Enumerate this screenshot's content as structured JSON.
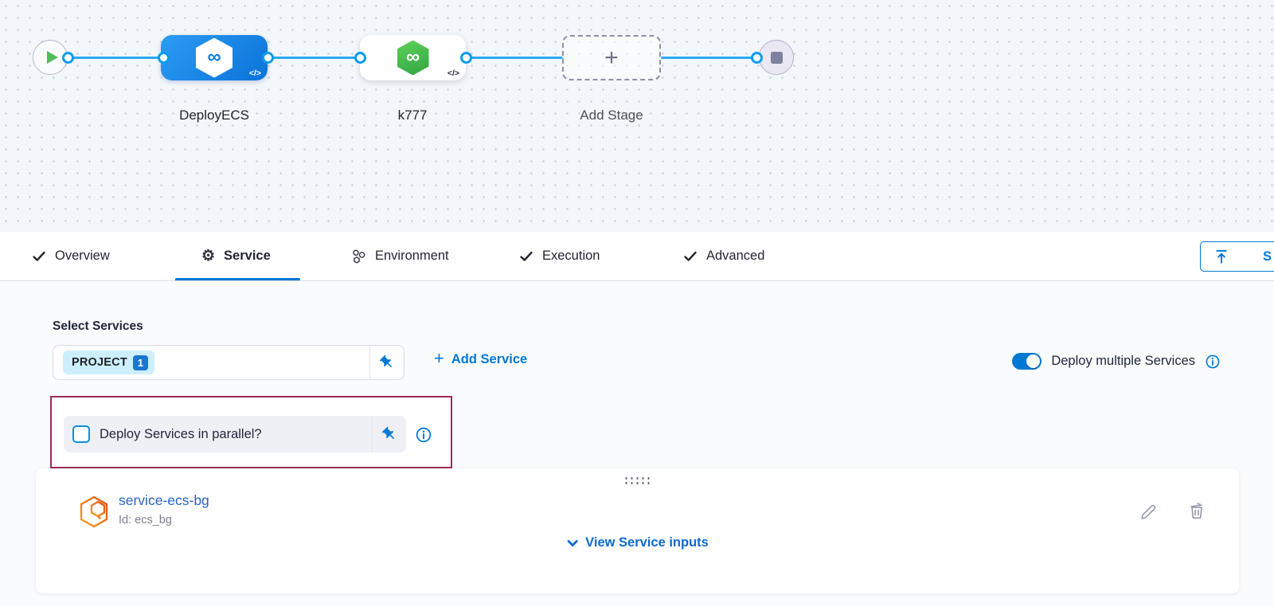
{
  "colors": {
    "accent": "#0278d5",
    "edge_blue": "#29a9f1",
    "node_blue": "#0a73d8",
    "node_green": "#3fbb4e",
    "highlight_border": "#9c2c56",
    "chip_bg": "#cdeffd"
  },
  "icons": {
    "infinity": "∞",
    "plus": "+",
    "gear": "⚙"
  },
  "pipeline": {
    "stages": [
      {
        "name": "DeployECS"
      },
      {
        "name": "k777"
      },
      {
        "name": "Add Stage"
      }
    ],
    "code_badge": "</>"
  },
  "tabs": {
    "items": [
      {
        "label": "Overview"
      },
      {
        "label": "Service"
      },
      {
        "label": "Environment"
      },
      {
        "label": "Execution"
      },
      {
        "label": "Advanced"
      }
    ],
    "save_button_label": "S"
  },
  "service_form": {
    "select_services_label": "Select Services",
    "selected_service_chip": "PROJECT",
    "selected_service_count": "1",
    "add_service_label": "Add Service",
    "deploy_multiple_label": "Deploy multiple Services",
    "parallel_label": "Deploy Services in parallel?"
  },
  "service_card": {
    "name": "service-ecs-bg",
    "id_text": "Id: ecs_bg",
    "view_inputs_label": "View Service inputs"
  }
}
